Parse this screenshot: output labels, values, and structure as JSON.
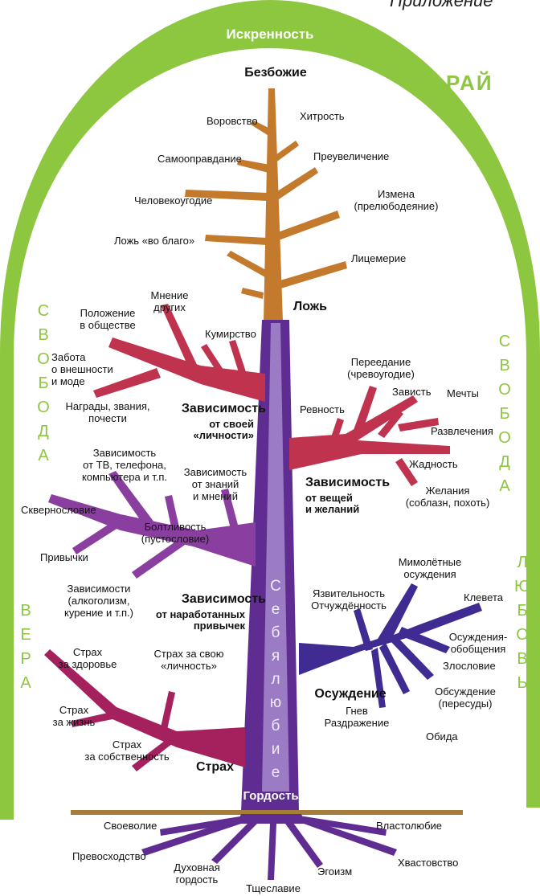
{
  "header": {
    "appendix": "Приложение"
  },
  "arch": {
    "top": "Искренность",
    "paradise": "РАЙ"
  },
  "sides": {
    "freedom_left": [
      "С",
      "В",
      "О",
      "Б",
      "О",
      "Д",
      "А"
    ],
    "faith": [
      "В",
      "Е",
      "Р",
      "А"
    ],
    "freedom_right": [
      "С",
      "В",
      "О",
      "Б",
      "О",
      "Д",
      "А"
    ],
    "love": [
      "Л",
      "Ю",
      "Б",
      "О",
      "В",
      "Ь"
    ]
  },
  "trunk": {
    "inner": [
      "С",
      "е",
      "б",
      "я",
      "л",
      "ю",
      "б",
      "и",
      "е"
    ],
    "pride": "Гордость"
  },
  "crown": {
    "top": "Безбожие",
    "lie": "Ложь",
    "items": {
      "theft": "Воровство",
      "cunning": "Хитрость",
      "selfjust": "Самооправдание",
      "exaggeration": "Преувеличение",
      "manpleasing": "Человекоугодие",
      "adultery": "Измена\n(прелюбодеяние)",
      "whitelie": "Ложь «во благо»",
      "hypocrisy": "Лицемерие"
    }
  },
  "dependence_personality": {
    "title": "Зависимость",
    "sub": "от своей\n«личности»",
    "items": {
      "opinion": "Мнение\nдругих",
      "position": "Положение\nв обществе",
      "idol": "Кумирство",
      "looks": "Забота\nо внешности\nи моде",
      "awards": "Награды, звания,\nпочести"
    }
  },
  "dependence_things": {
    "title": "Зависимость",
    "sub": "от вещей\nи желаний",
    "items": {
      "gluttony": "Переедание\n(чревоугодие)",
      "jealousy": "Ревность",
      "envy": "Зависть",
      "dreams": "Мечты",
      "entertainment": "Развлечения",
      "greed": "Жадность",
      "desires": "Желания\n(соблазн, похоть)"
    }
  },
  "dependence_habits": {
    "title": "Зависимость",
    "sub": "от наработанных\nпривычек",
    "items": {
      "tv": "Зависимость\nот ТВ, телефона,\nкомпьютера и т.п.",
      "knowledge": "Зависимость\nот знаний\nи мнений",
      "profanity": "Сквернословие",
      "chatter": "Болтливость\n(пустословие)",
      "habits": "Привычки",
      "alcohol": "Зависимости\n(алкоголизм,\nкурение и т.п.)"
    }
  },
  "judgement": {
    "title": "Осуждение",
    "items": {
      "fleeting": "Мимолётные\nосуждения",
      "sarcasm": "Язвительность\nОтчуждённость",
      "slander": "Клевета",
      "general": "Осуждения-\nобобщения",
      "evil": "Злословие",
      "gossip": "Обсуждение\n(пересуды)",
      "anger": "Гнев\nРаздражение",
      "offense": "Обида"
    }
  },
  "fear": {
    "title": "Страх",
    "items": {
      "health": "Страх\nза здоровье",
      "personality": "Страх за свою\n«личность»",
      "life": "Страх\nза жизнь",
      "property": "Страх\nза собственность"
    }
  },
  "roots": {
    "willfulness": "Своеволие",
    "lust_power": "Властолюбие",
    "superiority": "Превосходство",
    "spiritual_pride": "Духовная\nгордость",
    "egoism": "Эгоизм",
    "boasting": "Хвастовство",
    "vanity": "Тщеславие"
  },
  "colors": {
    "arch": "#8dc63f",
    "crown": "#c47a2c",
    "trunk": "#5f2d91",
    "trunk_inner": "#9b7cc4",
    "personality": "#c0334f",
    "things": "#c0334f",
    "habits": "#8a3fa0",
    "judgement": "#3f2b92",
    "fear": "#a5215e",
    "roots": "#5f2d91",
    "ground": "#a67c3a"
  }
}
